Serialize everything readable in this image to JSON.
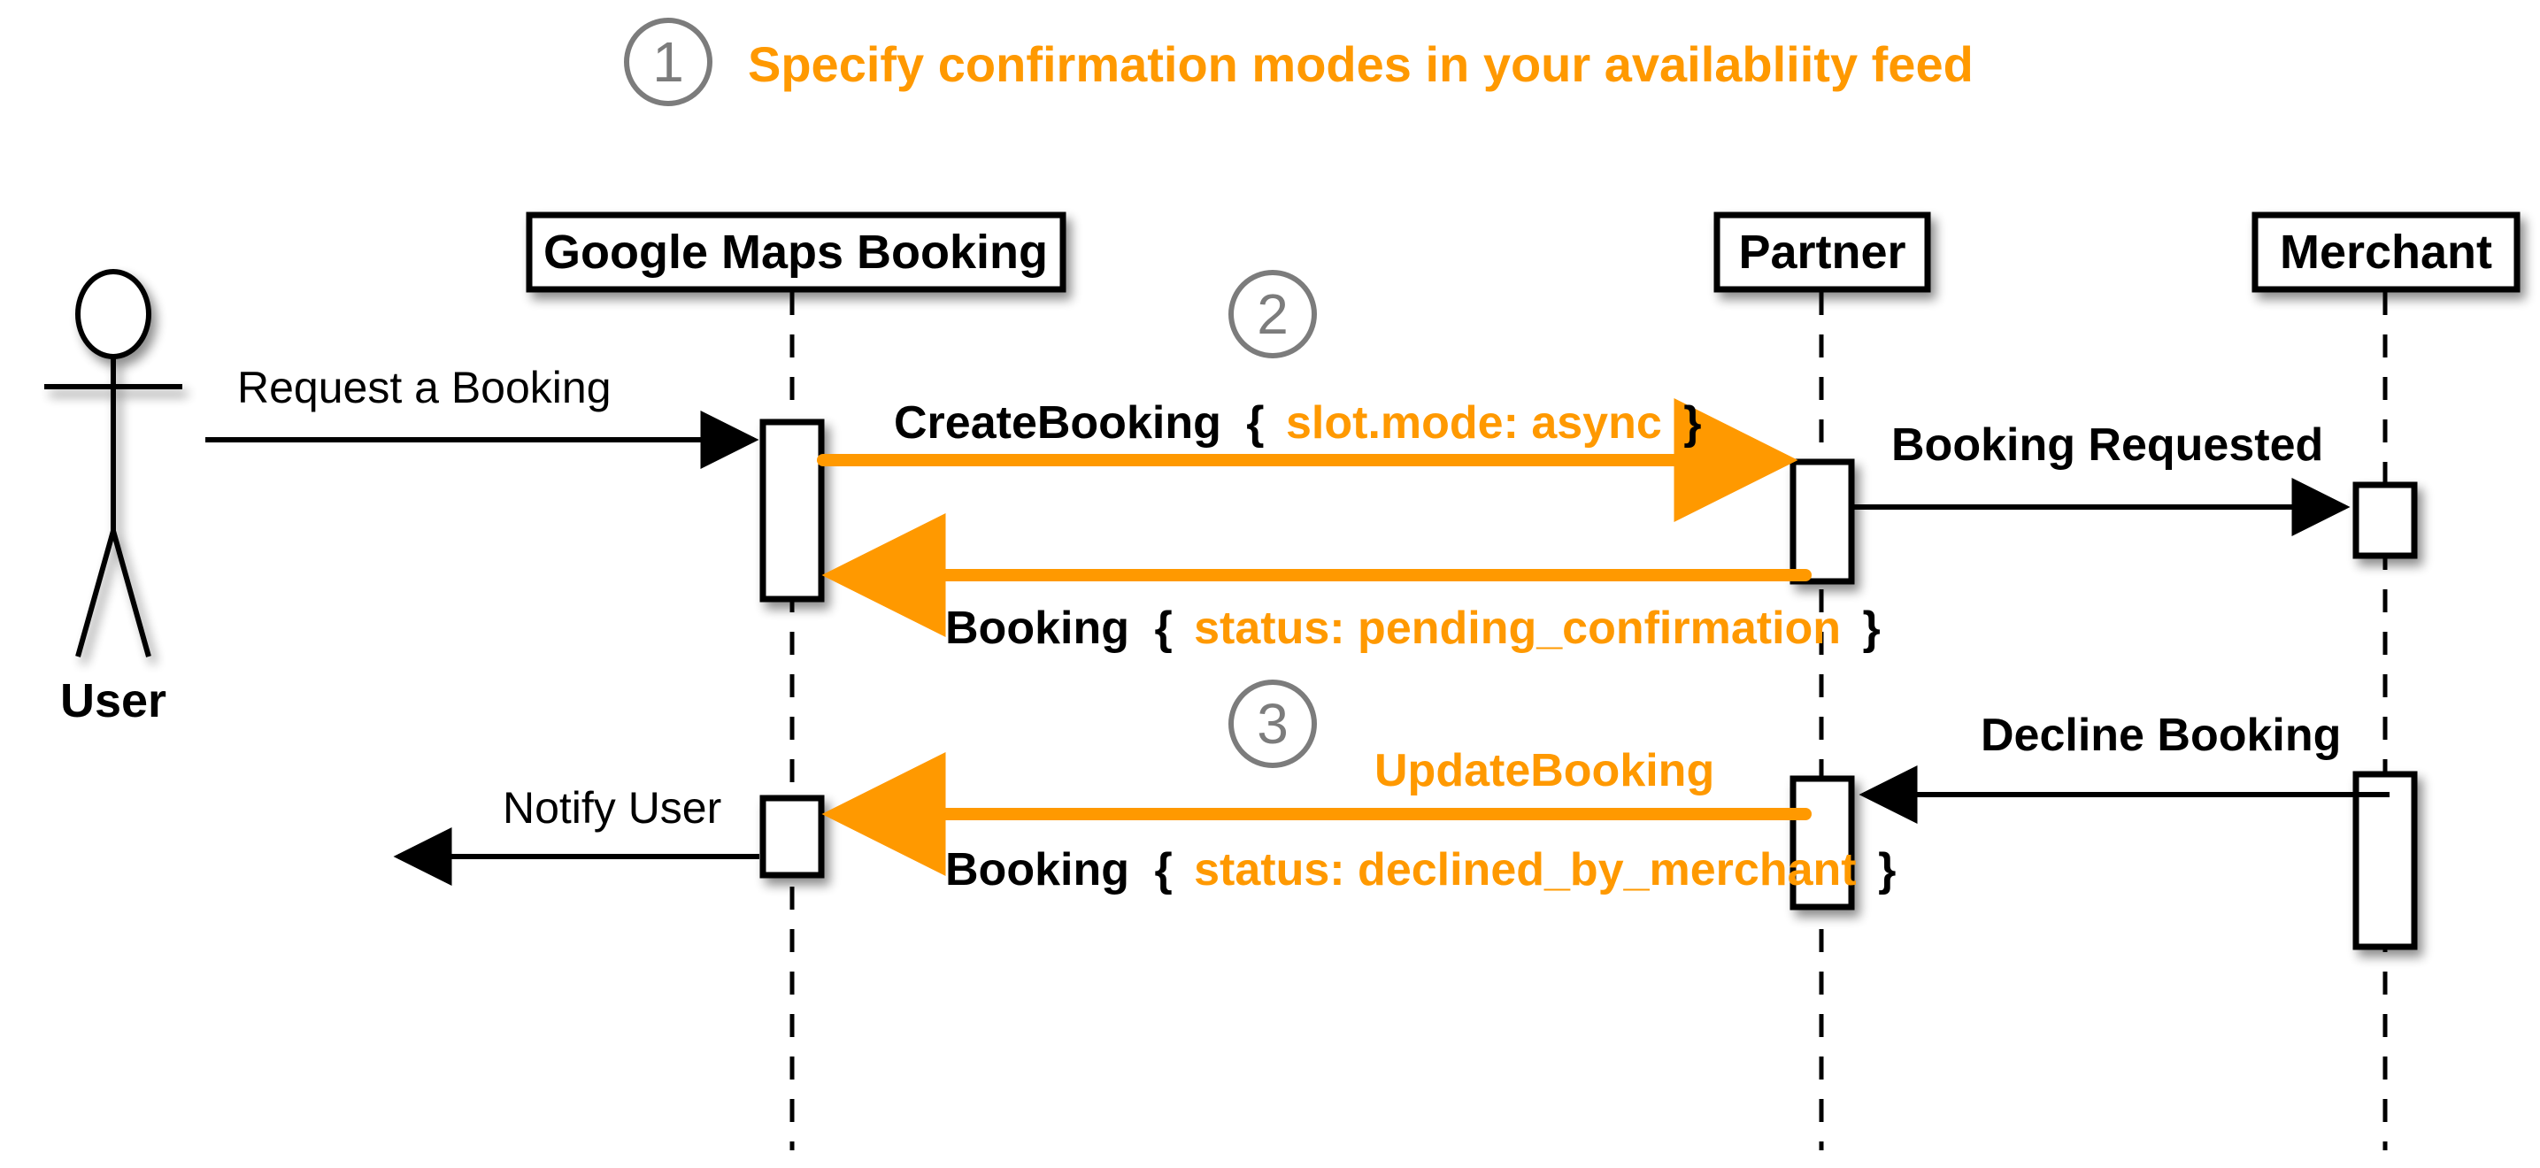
{
  "diagram": {
    "type": "uml-sequence-diagram",
    "title": {
      "step_number": "1",
      "text": "Specify confirmation modes in your availabliity feed"
    },
    "colors": {
      "accent_orange": "#FF9900",
      "step_gray": "#7C7C7C",
      "line_black": "#000000",
      "background": "#FFFFFF"
    },
    "actors": [
      {
        "id": "user",
        "label": "User",
        "shape": "stick-figure"
      },
      {
        "id": "gmb",
        "label": "Google Maps Booking",
        "shape": "box"
      },
      {
        "id": "partner",
        "label": "Partner",
        "shape": "box"
      },
      {
        "id": "merchant",
        "label": "Merchant",
        "shape": "box"
      }
    ],
    "step_markers": [
      {
        "number": "1",
        "position": "title"
      },
      {
        "number": "2",
        "position": "between-gmb-and-partner-upper"
      },
      {
        "number": "3",
        "position": "between-gmb-and-partner-lower"
      }
    ],
    "messages": [
      {
        "id": "request-a-booking",
        "label": "Request a Booking",
        "from": "user",
        "to": "gmb",
        "color": "black",
        "style": "plain",
        "direction": "right"
      },
      {
        "id": "create-booking",
        "label_black": "CreateBooking",
        "brace_open": "{",
        "label_orange": "slot.mode: async",
        "brace_close": "}",
        "from": "gmb",
        "to": "partner",
        "color": "orange",
        "style": "bold",
        "direction": "right"
      },
      {
        "id": "booking-requested",
        "label": "Booking Requested",
        "from": "partner",
        "to": "merchant",
        "color": "black",
        "style": "bold",
        "direction": "right"
      },
      {
        "id": "booking-pending",
        "label_black": "Booking",
        "brace_open": "{",
        "label_orange": "status: pending_confirmation",
        "brace_close": "}",
        "from": "partner",
        "to": "gmb",
        "color": "orange",
        "style": "bold",
        "direction": "left"
      },
      {
        "id": "decline-booking",
        "label": "Decline Booking",
        "from": "merchant",
        "to": "partner",
        "color": "black",
        "style": "bold",
        "direction": "left"
      },
      {
        "id": "update-booking",
        "label_orange_top": "UpdateBooking",
        "label_black": "Booking",
        "brace_open": "{",
        "label_orange": "status: declined_by_merchant",
        "brace_close": "}",
        "from": "partner",
        "to": "gmb",
        "color": "orange",
        "style": "bold",
        "direction": "left"
      },
      {
        "id": "notify-user",
        "label": "Notify User",
        "from": "gmb",
        "to": "user",
        "color": "black",
        "style": "plain",
        "direction": "left"
      }
    ]
  }
}
